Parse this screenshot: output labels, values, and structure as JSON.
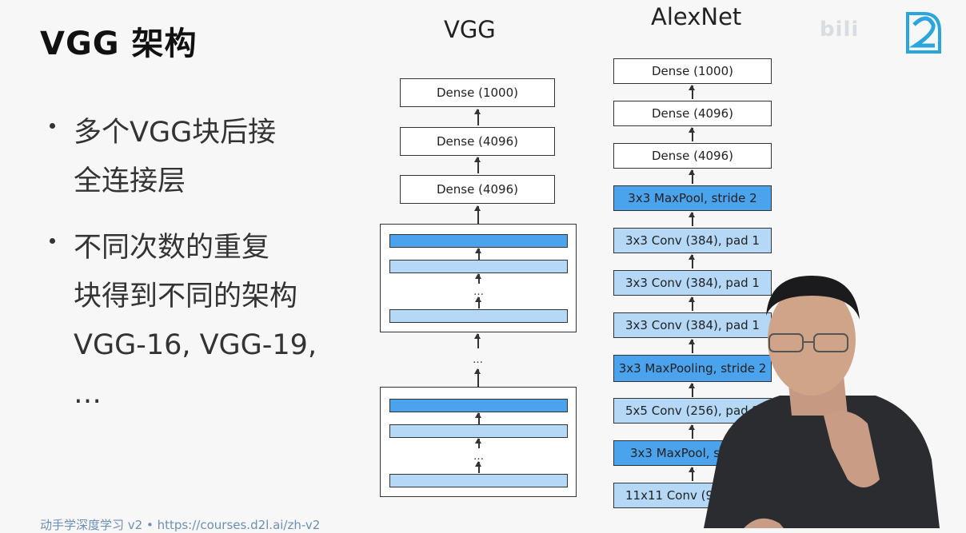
{
  "slide": {
    "title": "VGG 架构",
    "bullets": [
      "多个VGG块后接\n全连接层",
      "不同次数的重复\n块得到不同的架构\nVGG-16, VGG-19,\n…"
    ],
    "footer": "动手学深度学习 v2 • https://courses.d2l.ai/zh-v2"
  },
  "vgg": {
    "title": "VGG",
    "dense_layers": [
      "Dense (1000)",
      "Dense (4096)",
      "Dense (4096)"
    ],
    "ellipsis": "…",
    "colors": {
      "conv_dark": "#4aa3ec",
      "conv_light": "#b4d8f6"
    }
  },
  "alexnet": {
    "title": "AlexNet",
    "layers": [
      "Dense (1000)",
      "Dense (4096)",
      "Dense (4096)",
      "3x3 MaxPool, stride 2",
      "3x3 Conv (384), pad 1",
      "3x3 Conv (384), pad 1",
      "3x3 Conv (384), pad 1",
      "3x3 MaxPooling, stride 2",
      "5x5 Conv (256), pad 2",
      "3x3 MaxPool, s",
      "11x11 Conv (9"
    ]
  },
  "logo": {
    "text": "bili",
    "mark": "d2-logo-icon"
  }
}
